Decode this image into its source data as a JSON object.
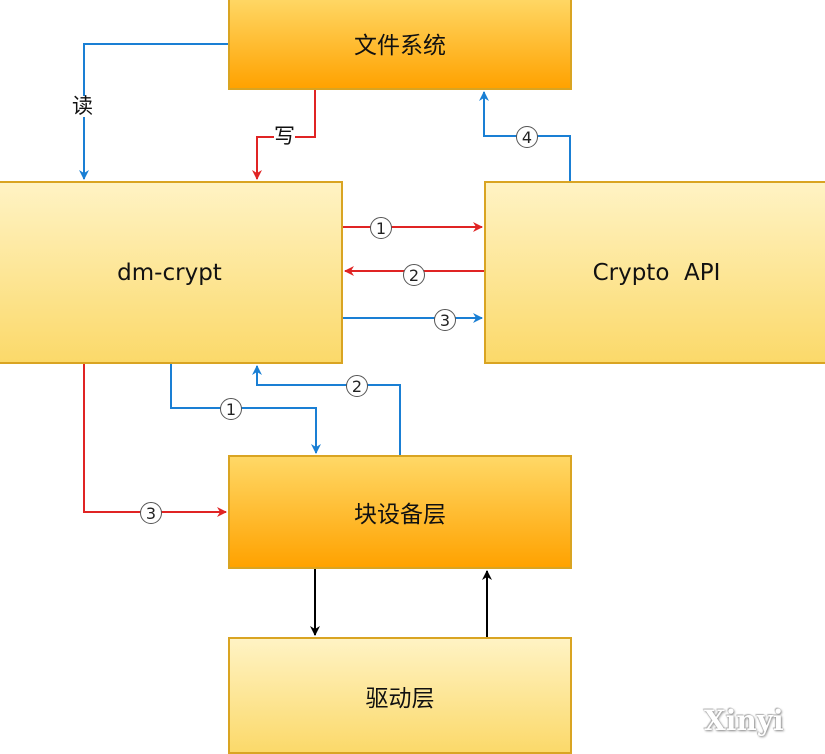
{
  "boxes": {
    "filesystem": "文件系统",
    "dm_crypt": "dm-crypt",
    "crypto_api": "Crypto  API",
    "block_layer": "块设备层",
    "driver_layer": "驱动层"
  },
  "labels": {
    "read": "读",
    "write": "写"
  },
  "steps": {
    "api_step1": "1",
    "api_step2": "2",
    "api_step3": "3",
    "api_step4": "4",
    "blk_step1": "1",
    "blk_step2": "2",
    "blk_step3": "3"
  },
  "colors": {
    "read_path": "#1a7fd4",
    "write_path": "#e02424",
    "io_path": "#000000"
  },
  "watermark": "Xinyi"
}
